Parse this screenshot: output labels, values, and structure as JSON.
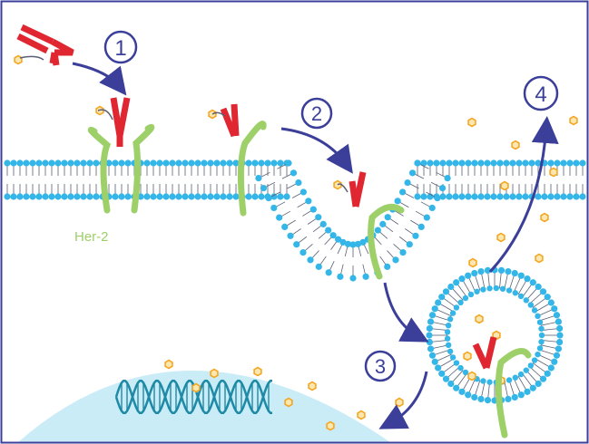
{
  "labels": {
    "receptor": "Her-2",
    "step1": "1",
    "step2": "2",
    "step3": "3",
    "step4": "4"
  },
  "colors": {
    "frame": "#3b3f99",
    "arrow": "#3b3f99",
    "lipid_head": "#34b6e8",
    "lipid_tail": "#5a5f73",
    "antibody": "#e02630",
    "receptor": "#9ed06a",
    "payload": "#f5a623",
    "payload_fill": "#fde7b0",
    "nucleus": "#c9ecf7",
    "dna": "#1f8aa6",
    "receptor_label": "#9ed06a"
  },
  "icons": [
    "antibody-drug-conjugate-icon",
    "her2-receptor-icon",
    "drug-payload-icon",
    "dna-helix-icon",
    "endosome-icon",
    "cell-membrane-icon"
  ]
}
